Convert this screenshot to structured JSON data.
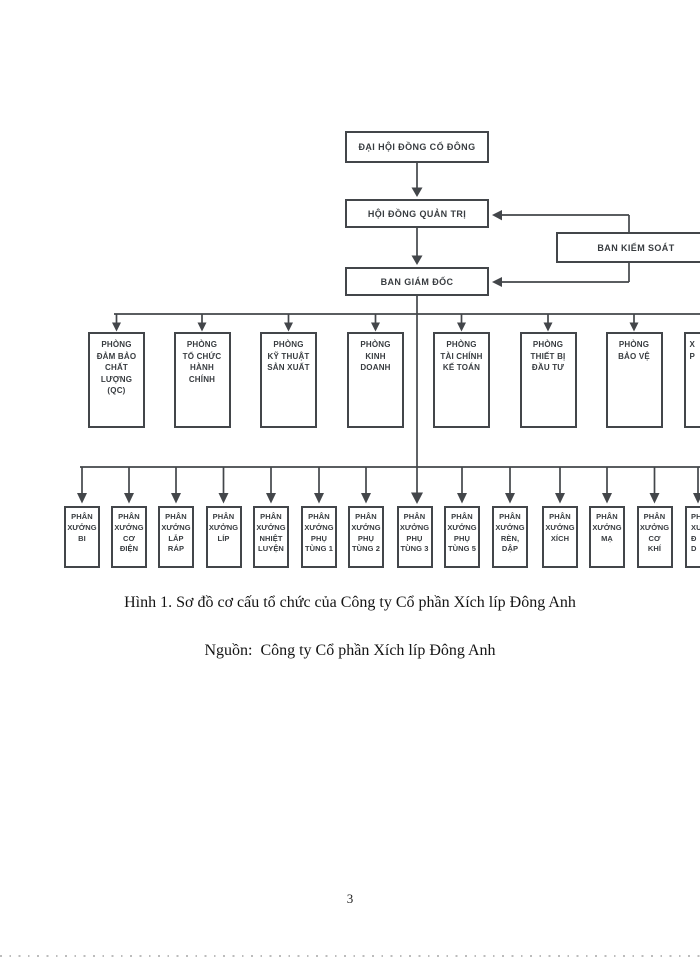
{
  "org_chart": {
    "top_levels": {
      "shareholders": "ĐẠI HỘI ĐỒNG CỔ ĐÔNG",
      "board": "HỘI ĐỒNG QUẢN TRỊ",
      "supervisory": "BAN KIỂM SOÁT",
      "directors": "BAN GIÁM ĐỐC"
    },
    "departments": [
      {
        "label": "PHÒNG\nĐẢM BẢO\nCHẤT\nLƯỢNG\n(QC)"
      },
      {
        "label": "PHÒNG\nTỔ CHỨC\nHÀNH\nCHÍNH"
      },
      {
        "label": "PHÒNG\nKỸ THUẬT\nSẢN XUẤT"
      },
      {
        "label": "PHÒNG\nKINH\nDOANH"
      },
      {
        "label": "PHÒNG\nTÀI CHÍNH\nKẾ TOÁN"
      },
      {
        "label": "PHÒNG\nTHIẾT BỊ\nĐẦU TƯ"
      },
      {
        "label": "PHÒNG\nBẢO VỆ"
      },
      {
        "label": "X\nP"
      }
    ],
    "workshops": [
      {
        "label": "PHÂN\nXƯỞNG\nBI"
      },
      {
        "label": "PHÂN\nXƯỞNG\nCƠ\nĐIỆN"
      },
      {
        "label": "PHÂN\nXƯỞNG\nLẮP\nRÁP"
      },
      {
        "label": "PHÂN\nXƯỞNG\nLÍP"
      },
      {
        "label": "PHÂN\nXƯỞNG\nNHIỆT\nLUYỆN"
      },
      {
        "label": "PHÂN\nXƯỞNG\nPHỤ\nTÙNG 1"
      },
      {
        "label": "PHÂN\nXƯỞNG\nPHỤ\nTÙNG 2"
      },
      {
        "label": "PHÂN\nXƯỞNG\nPHỤ\nTÙNG 3"
      },
      {
        "label": "PHÂN\nXƯỞNG\nPHỤ\nTÙNG 5"
      },
      {
        "label": "PHÂN\nXƯỞNG\nRÈN,\nDẬP"
      },
      {
        "label": "PHÂN\nXƯỞNG\nXÍCH"
      },
      {
        "label": "PHÂN\nXƯỞNG\nMẠ"
      },
      {
        "label": "PHÂN\nXƯỞNG\nCƠ\nKHÍ"
      },
      {
        "label": "PH\nXƯ\nĐ\nD"
      }
    ],
    "colors": {
      "line": "#43464a",
      "text": "#383c40"
    }
  },
  "caption": {
    "title": "Hình 1. Sơ đồ cơ cấu tổ chức của Công ty Cổ phần Xích líp Đông Anh",
    "source": "Nguồn:  Công ty Cổ phần Xích líp Đông Anh"
  },
  "page": {
    "number": "3"
  }
}
